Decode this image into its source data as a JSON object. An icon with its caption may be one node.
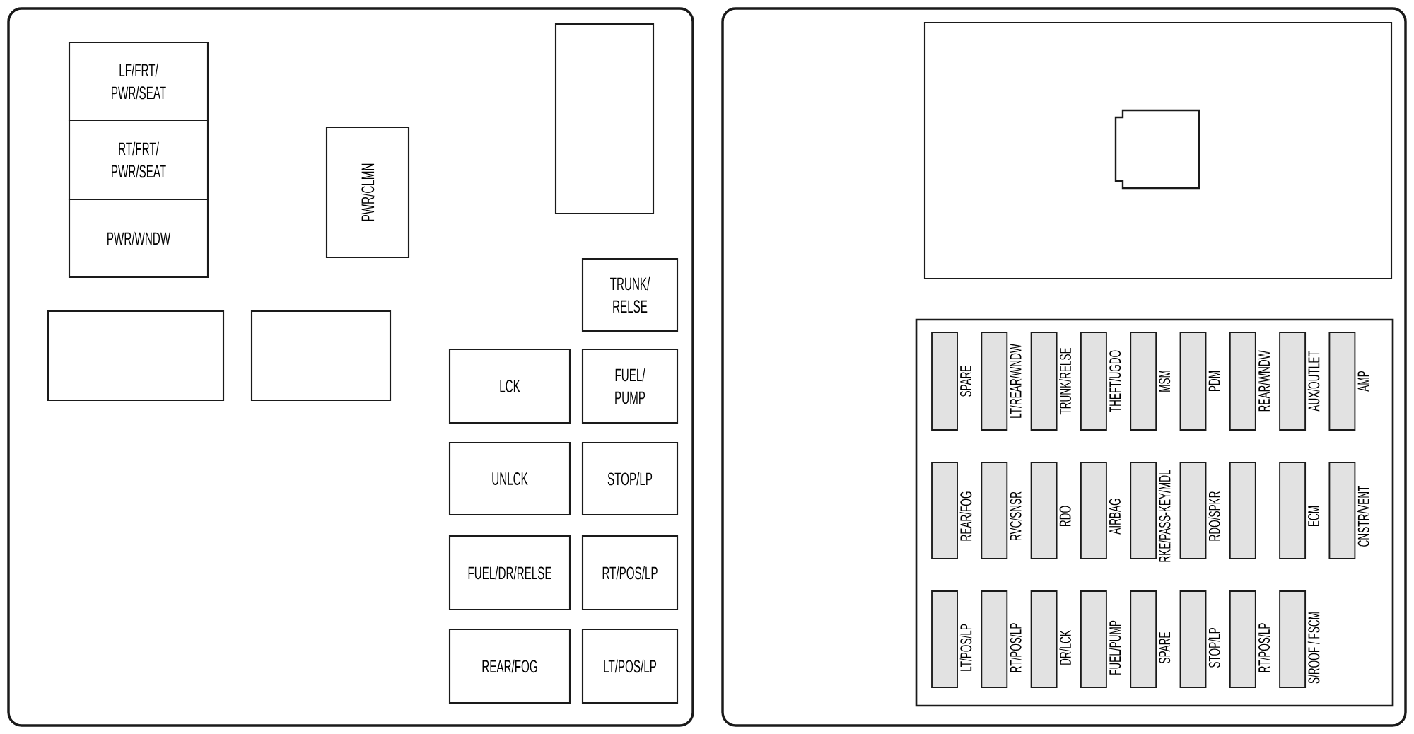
{
  "diagram": {
    "nodes": [
      {
        "text": [],
        "shape": "box"
      },
      {
        "text": [
          "LF/FRT/ PWR/SEAT"
        ],
        "in": 0
      },
      {
        "text": [
          "RT/FRT/ PWR/SEAT"
        ],
        "in": 0
      },
      {
        "text": [
          "PWR/WNDW"
        ],
        "in": 0
      },
      {
        "text": [
          "PWR/CLMN"
        ],
        "in": 0
      },
      {
        "text": [],
        "shape": "box",
        "in": 0
      },
      {
        "text": [
          "TRUNK/ RELSE"
        ],
        "in": 0
      },
      {
        "text": [],
        "shape": "box",
        "in": 0
      },
      {
        "text": [],
        "shape": "box",
        "in": 0
      },
      {
        "text": [
          "LCK"
        ],
        "in": 0
      },
      {
        "text": [
          "FUEL/ PUMP"
        ],
        "in": 0
      },
      {
        "text": [
          "UNLCK"
        ],
        "in": 0
      },
      {
        "text": [
          "STOP/LP"
        ],
        "in": 0
      },
      {
        "text": [
          "FUEL/DR/RELSE"
        ],
        "in": 0
      },
      {
        "text": [
          "RT/POS/LP"
        ],
        "in": 0
      },
      {
        "text": [
          "REAR/FOG"
        ],
        "in": 0
      },
      {
        "text": [
          "LT/POS/LP"
        ],
        "in": 0
      },
      {
        "text": [],
        "shape": "box"
      },
      {
        "text": [],
        "shape": "box",
        "in": 17
      },
      {
        "text": [],
        "shape": "box",
        "in": 18
      },
      {
        "text": [],
        "shape": "box",
        "in": 17
      },
      {
        "text": [],
        "shape": "box",
        "in": 20,
        "beside": [
          "SPARE"
        ]
      },
      {
        "text": [],
        "shape": "box",
        "in": 20,
        "beside": [
          "LT/REAR/WNDW"
        ]
      },
      {
        "text": [],
        "shape": "box",
        "in": 20,
        "beside": [
          "TRUNK/RELSE"
        ]
      },
      {
        "text": [],
        "shape": "box",
        "in": 20,
        "beside": [
          "THEFT/UGDO"
        ]
      },
      {
        "text": [],
        "shape": "box",
        "in": 20,
        "beside": [
          "MSM"
        ]
      },
      {
        "text": [],
        "shape": "box",
        "in": 20,
        "beside": [
          "PDM"
        ]
      },
      {
        "text": [],
        "shape": "box",
        "in": 20,
        "beside": [
          "REAR/WNDW"
        ]
      },
      {
        "text": [],
        "shape": "box",
        "in": 20,
        "beside": [
          "AUX/OUTLET"
        ]
      },
      {
        "text": [],
        "shape": "box",
        "in": 20,
        "beside": [
          "AMP"
        ]
      },
      {
        "text": [],
        "shape": "box",
        "in": 20,
        "beside": [
          "REAR/FOG"
        ]
      },
      {
        "text": [],
        "shape": "box",
        "in": 20,
        "beside": [
          "RVC/SNSR"
        ]
      },
      {
        "text": [],
        "shape": "box",
        "in": 20,
        "beside": [
          "RDO"
        ]
      },
      {
        "text": [],
        "shape": "box",
        "in": 20,
        "beside": [
          "AIRBAG"
        ]
      },
      {
        "text": [],
        "shape": "box",
        "in": 20,
        "beside": [
          "RKE/PASS-KEY/MDL"
        ]
      },
      {
        "text": [],
        "shape": "box",
        "in": 20,
        "beside": [
          "RDO/SPKR"
        ]
      },
      {
        "text": [],
        "shape": "box",
        "in": 20
      },
      {
        "text": [],
        "shape": "box",
        "in": 20,
        "beside": [
          "ECM"
        ]
      },
      {
        "text": [],
        "shape": "box",
        "in": 20,
        "beside": [
          "CNSTR/VENT"
        ]
      },
      {
        "text": [],
        "shape": "box",
        "in": 20,
        "beside": [
          "LT/POS/LP"
        ]
      },
      {
        "text": [],
        "shape": "box",
        "in": 20,
        "beside": [
          "RT/POS/LP"
        ]
      },
      {
        "text": [],
        "shape": "box",
        "in": 20,
        "beside": [
          "DR/LCK"
        ]
      },
      {
        "text": [],
        "shape": "box",
        "in": 20,
        "beside": [
          "FUEL/PUMP"
        ]
      },
      {
        "text": [],
        "shape": "box",
        "in": 20,
        "beside": [
          "SPARE"
        ]
      },
      {
        "text": [],
        "shape": "box",
        "in": 20,
        "beside": [
          "STOP/LP"
        ]
      },
      {
        "text": [],
        "shape": "box",
        "in": 20,
        "beside": [
          "RT/POS/LP"
        ]
      },
      {
        "text": [],
        "shape": "box",
        "in": 20,
        "beside": [
          "S/ROOF / FSCM"
        ]
      }
    ]
  }
}
